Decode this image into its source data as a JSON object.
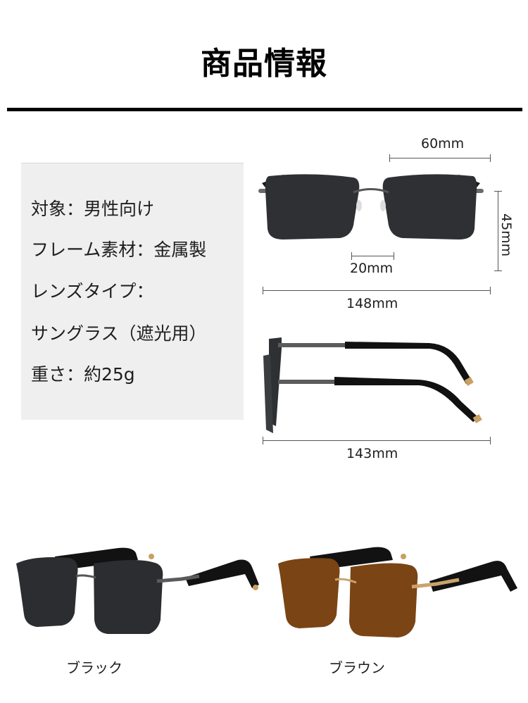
{
  "header": {
    "title": "商品情報"
  },
  "specs": {
    "lines": [
      "対象：男性向け",
      "フレーム素材：金属製",
      "レンズタイプ：",
      "サングラス（遮光用）",
      "重さ：約25g"
    ]
  },
  "dimensions": {
    "lens_width": "60mm",
    "lens_height": "45mm",
    "bridge": "20mm",
    "frame_width": "148mm",
    "temple_length": "143mm"
  },
  "variants": [
    {
      "label": "ブラック",
      "lens_color": "#2b2d30",
      "frame_color": "#5a5a5c"
    },
    {
      "label": "ブラウン",
      "lens_color": "#7a4414",
      "frame_color": "#c9a46a"
    }
  ],
  "colors": {
    "divider": "#000000",
    "spec_bg": "#efefef",
    "temple": "#111111",
    "tip_gold": "#c8a060"
  }
}
